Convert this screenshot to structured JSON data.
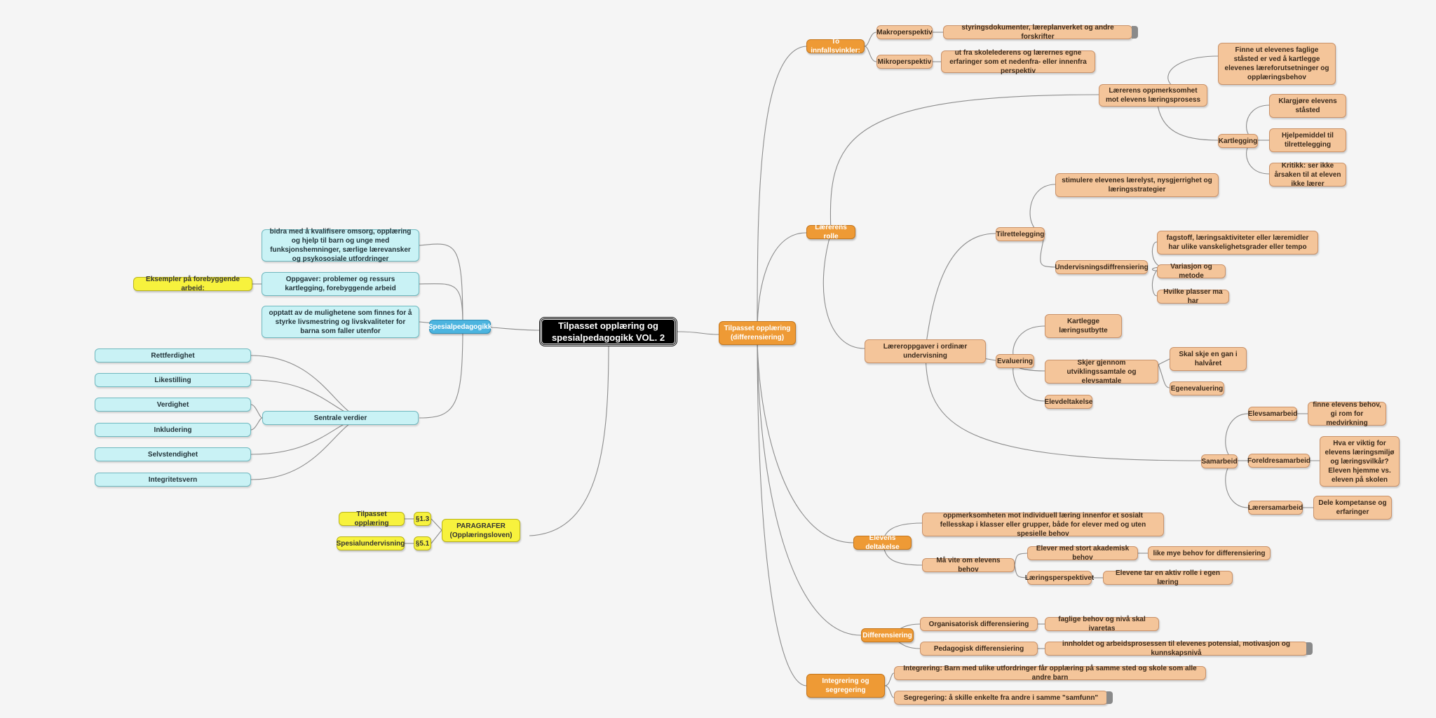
{
  "nodes": {
    "center": "Tilpasset opplæring og spesialpedagogikk VOL. 2",
    "tilpasset": "Tilpasset opplæring (differensiering)",
    "innfallsvinkler": "To innfallsvinkler:",
    "makro": "Makroperspektiv",
    "makro_desc": "styringsdokumenter, læreplanverket og andre forskrifter",
    "mikro": "Mikroperspektiv",
    "mikro_desc": "ut fra skolelederens og lærernes egne erfaringer som et nedenfra- eller innenfra perspektiv",
    "laerers_rolle": "Lærerens rolle",
    "oppmerksomhet": "Lærerens oppmerksomhet mot elevens læringsprosess",
    "finne_ut": "Finne ut elevenes faglige ståsted er ved å kartlegge elevenes læreforutsetninger og opplæringsbehov",
    "kartlegging": "Kartlegging",
    "klargjore": "Klargjøre elevens ståsted",
    "hjelpemiddel": "Hjelpemiddel til tilrettelegging",
    "kritikk": "Kritikk: ser ikke årsaken til at eleven ikke lærer",
    "laereroppgaver": "Læreroppgaver i ordinær undervisning",
    "tilrettelegging": "Tilrettelegging",
    "stimulere": "stimulere elevenes lærelyst, nysgjerrighet og læringsstrategier",
    "undervisningsdiff": "Undervisningsdiffrensiering",
    "fagstoff": "fagstoff, læringsaktiviteter eller læremidler har ulike vanskelighetsgrader eller tempo",
    "variasjon": "Variasjon og metode",
    "hvilke": "Hvilke plasser ma har",
    "evaluering": "Evaluering",
    "kartlegge_utbytte": "Kartlegge læringsutbytte",
    "utviklingssamtale": "Skjer gjennom utviklingssamtale og elevsamtale",
    "halvaret": "Skal skje en gan i halvåret",
    "egenevaluering": "Egenevaluering",
    "elevdeltakelse": "Elevdeltakelse",
    "samarbeid": "Samarbeid",
    "elevsamarbeid": "Elevsamarbeid",
    "finne_behov": "finne elevens behov, gi rom for medvirkning",
    "foreldresamarbeid": "Foreldresamarbeid",
    "hva_viktig": "Hva er viktig for elevens læringsmiljø og læringsvilkår? Eleven hjemme vs. eleven på skolen",
    "laerersamarbeid": "Lærersamarbeid",
    "dele_kompetanse": "Dele kompetanse og erfaringer",
    "elevens_deltakelse": "Elevens deltakelse",
    "oppmerksomheten": "oppmerksomheten mot individuell læring innenfor et sosialt fellesskap i klasser eller grupper, både for elever med og uten spesielle behov",
    "ma_vite": "Må vite om elevens behov",
    "stort_akademisk": "Elever med stort akademisk behov",
    "like_mye": "like mye behov for differensiering",
    "laeringsperspektivet": "Læringsperspektivet",
    "aktiv_rolle": "Elevene tar en aktiv rolle i egen læring",
    "differensiering": "Differensiering",
    "organisatorisk": "Organisatorisk differensiering",
    "faglige_behov": "faglige behov og nivå skal ivaretas",
    "pedagogisk": "Pedagogisk differensiering",
    "innholdet": "innholdet og arbeidsprosessen til elevenes potensial, motivasjon og kunnskapsnivå",
    "integrering_seg": "Integrering og segregering",
    "integrering": "Integrering: Barn med ulike utfordringer får opplæring på samme sted og skole som alle andre barn",
    "segregering": "Segregering: å skille enkelte fra andre i samme \"samfunn\"",
    "spesialped": "Spesialpedagogikk",
    "bidra": "bidra med å kvalifisere omsorg, opplæring og hjelp til barn og unge med funksjonshemninger, særlige lærevansker og psykososiale utfordringer",
    "oppgaver": "Oppgaver: problemer og ressurs kartlegging, forebyggende arbeid",
    "eksempler": "Eksempler på forebyggende arbeid:",
    "opptatt": "opptatt av de mulighetene som finnes for å styrke livsmestring og livskvaliteter for barna som faller utenfor",
    "sentrale": "Sentrale verdier",
    "rettferdighet": "Rettferdighet",
    "likestilling": "Likestilling",
    "verdighet": "Verdighet",
    "inkludering": "Inkludering",
    "selvstendighet": "Selvstendighet",
    "integritetsvern": "Integritetsvern",
    "paragrafer": "PARAGRAFER (Opplæringsloven)",
    "p13": "§1.3",
    "p51": "§5.1",
    "tilpasset_oppl": "Tilpasset opplæring",
    "spesialundervisning": "Spesialundervisning"
  },
  "colors": {
    "link": "#8c8c8c",
    "main": "#ee9a35",
    "sub": "#f4c59a",
    "blue": "#4cb4df",
    "cyan": "#c9f2f5",
    "yellow": "#f7f23d"
  }
}
